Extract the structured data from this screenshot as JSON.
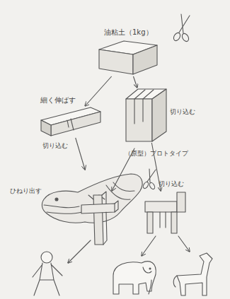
{
  "diagram": {
    "nodes": [
      {
        "text": [
          "油粘土（1kg）"
        ]
      },
      {
        "text": [
          "細く伸ばす",
          "切り込む"
        ]
      },
      {
        "text": [
          "切り込む"
        ]
      },
      {
        "text": [
          "ひねり出す"
        ]
      },
      {
        "text": [
          "切り込む"
        ]
      }
    ],
    "edges": [
      {
        "from": 0,
        "to": 1,
        "arrow": "to"
      },
      {
        "from": 0,
        "to": 2,
        "arrow": "to"
      },
      {
        "from": 1,
        "to": 3,
        "arrow": "to"
      },
      {
        "from": 2,
        "to": 4,
        "arrow": "to"
      }
    ],
    "labels": [
      "（原型）プロトタイプ"
    ]
  }
}
